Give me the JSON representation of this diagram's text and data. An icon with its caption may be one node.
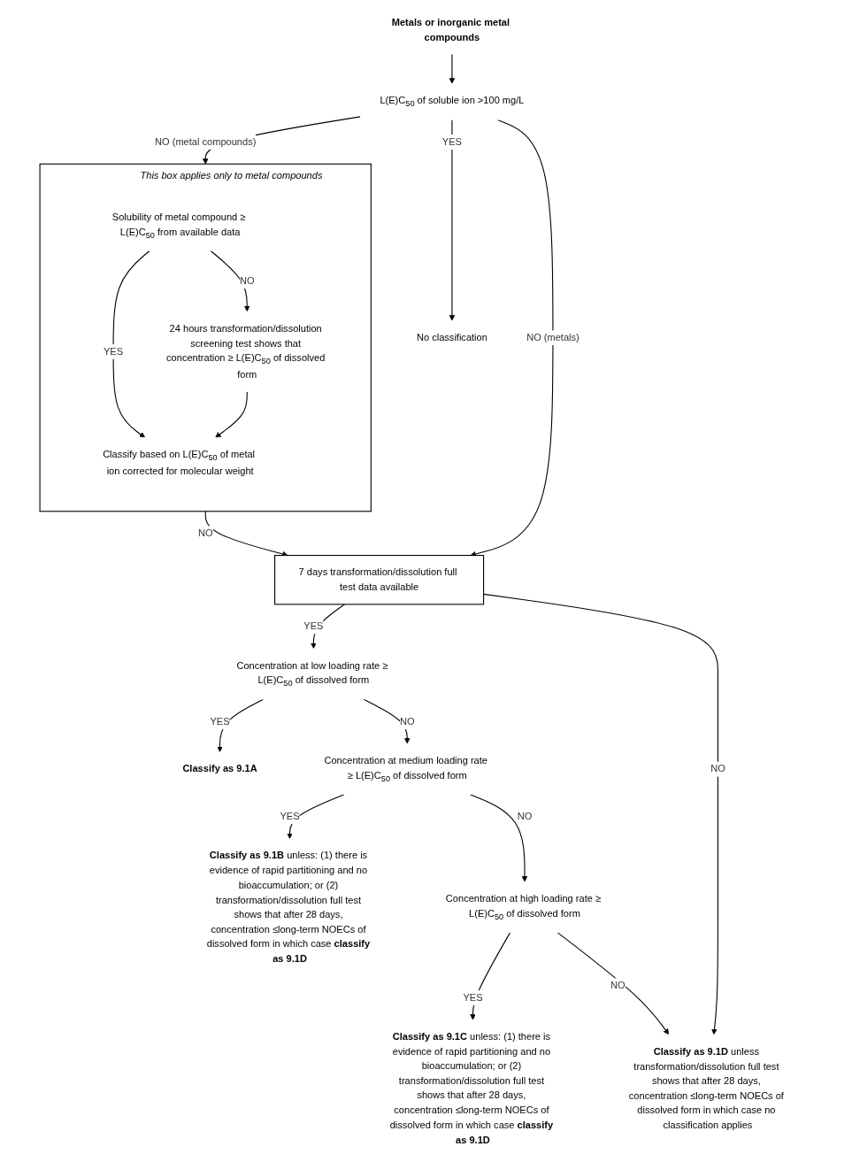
{
  "diagram": {
    "nodes": [
      {
        "text": [
          "Metals or inorganic metal compounds"
        ]
      },
      {
        "text": [
          "L(E)C$_{50}$ of soluble ion >100 mg/L"
        ]
      },
      {
        "text": [
          "No classification"
        ]
      },
      {
        "text": [
          "This box applies only to metal compounds"
        ]
      },
      {
        "text": [
          "Solubility of metal compound ≥ L(E)C$_{50}$ from available data"
        ],
        "in": 3
      },
      {
        "text": [
          "Classify based on L(E)C$_{50}$ of metal ion corrected for molecular weight"
        ],
        "in": 3
      },
      {
        "text": [
          "24 hours transformation/dissolution screening test shows that concentration ≥ L(E)C$_{50}$ of dissolved form"
        ],
        "in": 3
      },
      {
        "text": [
          "7 days transformation/dissolution full test data available"
        ]
      },
      {
        "text": [
          "Concentration at low loading rate ≥ L(E)C$_{50}$ of dissolved form"
        ]
      },
      {
        "text": [
          "Classify as 9.1A"
        ]
      },
      {
        "text": [
          "Concentration at medium loading rate ≥ L(E)C$_{50}$ of dissolved form"
        ]
      },
      {
        "text": [
          "**Classify as 9.1B** unless: (1) there is evidence of rapid partitioning and no bioaccumulation; or (2) transformation/dissolution full test shows that after 28 days, concentration ≤long-term NOECs of dissolved form in which case **classify as 9.1D**"
        ]
      },
      {
        "text": [
          "Concentration at high loading rate ≥ L(E)C$_{50}$ of dissolved form"
        ]
      },
      {
        "text": [
          "**Classify as 9.1C** unless: (1) there is evidence of rapid partitioning and no bioaccumulation; or (2) transformation/dissolution full test shows that after 28 days, concentration ≤long-term NOECs of dissolved form in which case **classify as 9.1D**"
        ]
      },
      {
        "text": [
          "**Classify as 9.1D** unless transformation/dissolution full test shows that after 28 days, concentration ≤long-term NOECs of dissolved form in which case no classification applies"
        ]
      }
    ],
    "edges": [
      {
        "from": 0,
        "to": 1,
        "arrow": "to"
      },
      {
        "from": 1,
        "to": 2,
        "arrow": "to",
        "label": "YES"
      },
      {
        "from": 1,
        "to": 7,
        "arrow": "to",
        "label": "NO (metals)"
      },
      {
        "from": 1,
        "to": 3,
        "arrow": "to",
        "label": "NO (metal compounds)"
      },
      {
        "from": 4,
        "to": 5,
        "arrow": "to",
        "label": "YES"
      },
      {
        "from": 4,
        "to": 6,
        "arrow": "to",
        "label": "NO"
      },
      {
        "from": 6,
        "to": 5,
        "arrow": "to"
      },
      {
        "from": 3,
        "to": 7,
        "arrow": "to",
        "label": "NO"
      },
      {
        "from": 7,
        "to": 14,
        "arrow": "to",
        "label": "NO"
      },
      {
        "from": 7,
        "to": 8,
        "arrow": "to",
        "label": "YES"
      },
      {
        "from": 8,
        "to": 9,
        "arrow": "to",
        "label": "YES"
      },
      {
        "from": 8,
        "to": 10,
        "arrow": "to",
        "label": "NO"
      },
      {
        "from": 10,
        "to": 11,
        "arrow": "to",
        "label": "YES"
      },
      {
        "from": 10,
        "to": 12,
        "arrow": "to",
        "label": "NO"
      },
      {
        "from": 12,
        "to": 13,
        "arrow": "to",
        "label": "YES"
      },
      {
        "from": 12,
        "to": 14,
        "arrow": "to",
        "label": "NO"
      }
    ]
  }
}
